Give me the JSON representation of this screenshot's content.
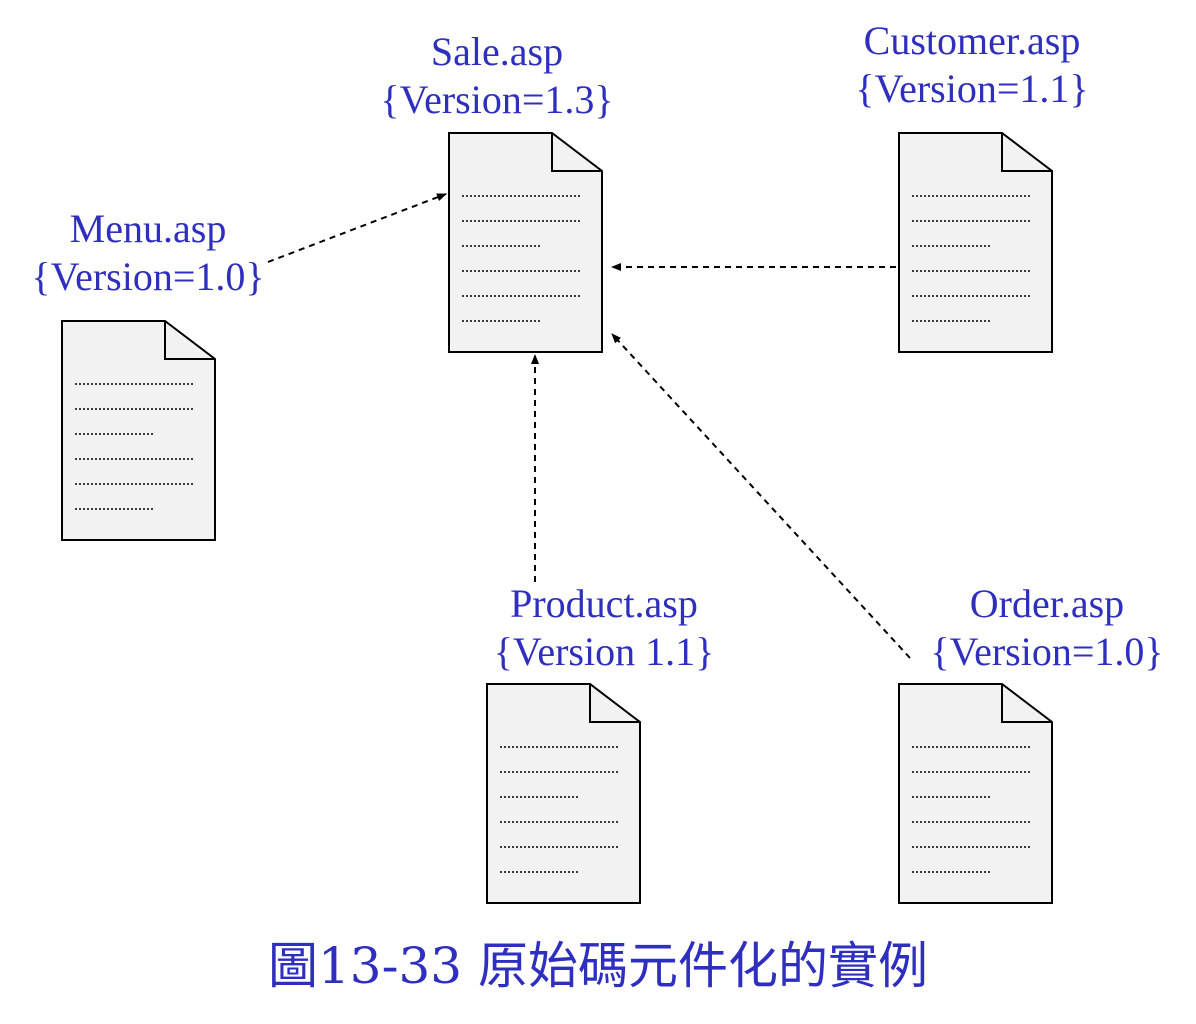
{
  "colors": {
    "text": "#2f2fbf",
    "doc_fill": "#f2f2f2",
    "stroke": "#000000"
  },
  "files": {
    "sale": {
      "name": "Sale.asp",
      "version": "{Version=1.3}"
    },
    "customer": {
      "name": "Customer.asp",
      "version": "{Version=1.1}"
    },
    "menu": {
      "name": "Menu.asp",
      "version": "{Version=1.0}"
    },
    "product": {
      "name": "Product.asp",
      "version": "{Version 1.1}"
    },
    "order": {
      "name": "Order.asp",
      "version": "{Version=1.0}"
    }
  },
  "caption": "圖13-33 原始碼元件化的實例"
}
